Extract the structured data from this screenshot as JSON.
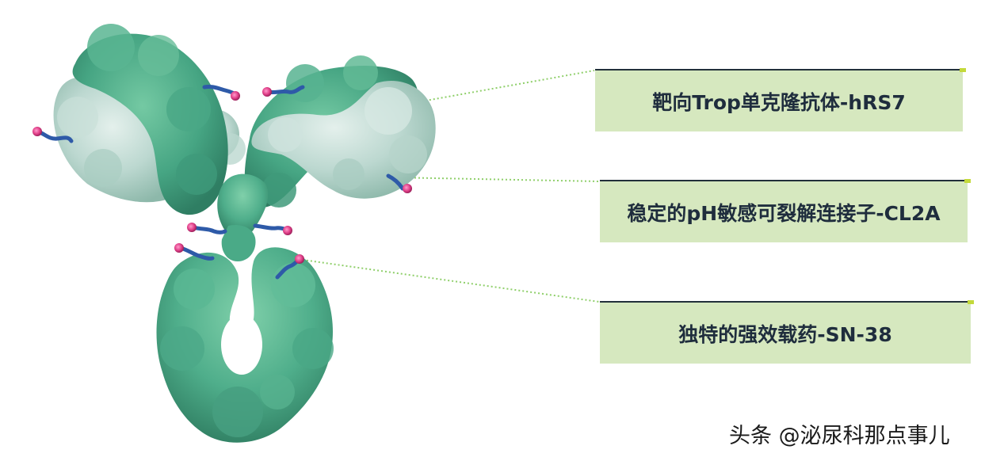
{
  "labels": [
    {
      "text": "靶向Trop单克隆抗体-hRS7"
    },
    {
      "text": "稳定的pH敏感可裂解连接子-CL2A"
    },
    {
      "text": "独特的强效载药-SN-38"
    }
  ],
  "watermark": "头条 @泌尿科那点事儿",
  "colors": {
    "antibody_dark": "#3f9c7c",
    "antibody_mid": "#58b590",
    "antibody_light": "#cfe3de",
    "linker": "#2e5aa8",
    "payload": "#e64a8e",
    "leader_line": "#8fcf6a",
    "label_bg": "#d6e8bf",
    "label_border": "#22303a",
    "label_accent": "#c3d93a"
  }
}
